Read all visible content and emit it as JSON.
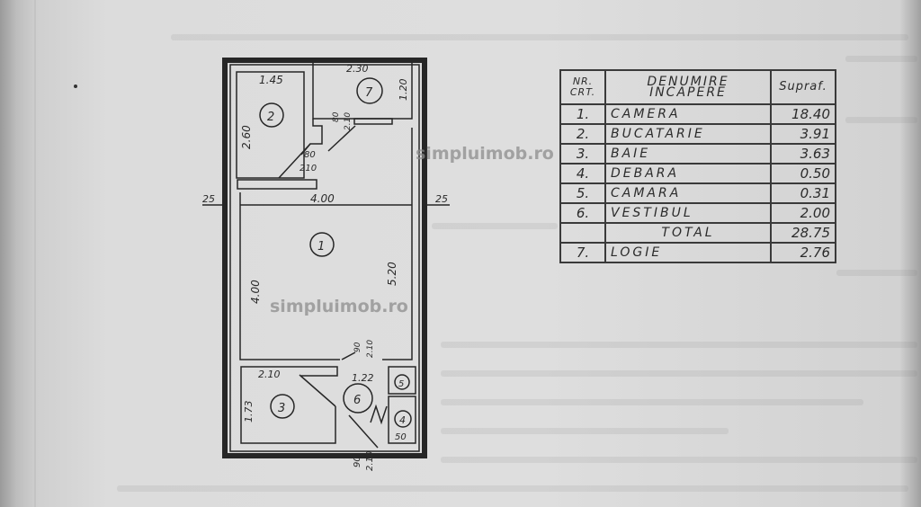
{
  "watermark": "simpluimob.ro",
  "plan": {
    "rooms": [
      {
        "id": "1",
        "dims": [
          "4.00",
          "5.20",
          "4.00"
        ]
      },
      {
        "id": "2",
        "dims": [
          "1.45",
          "2.60"
        ]
      },
      {
        "id": "3",
        "dims": [
          "2.10",
          "1.73"
        ]
      },
      {
        "id": "4",
        "dims": [
          "50"
        ]
      },
      {
        "id": "5",
        "dims": []
      },
      {
        "id": "6",
        "dims": [
          "1.22"
        ]
      },
      {
        "id": "7",
        "dims": [
          "2.30",
          "1.20"
        ]
      }
    ],
    "wall_left": "25",
    "wall_right": "25",
    "doors": [
      {
        "width": "80",
        "height": "210"
      },
      {
        "width": "80",
        "height": "2.10"
      },
      {
        "width": "90",
        "height": "2.10"
      },
      {
        "width": "90",
        "height": "2.10"
      }
    ]
  },
  "table": {
    "headers": {
      "nr": "NR. CRT.",
      "name": "DENUMIRE INCAPERE",
      "area": "Supraf."
    },
    "rows": [
      {
        "nr": "1.",
        "name": "CAMERA",
        "area": "18.40"
      },
      {
        "nr": "2.",
        "name": "BUCATARIE",
        "area": "3.91"
      },
      {
        "nr": "3.",
        "name": "BAIE",
        "area": "3.63"
      },
      {
        "nr": "4.",
        "name": "DEBARA",
        "area": "0.50"
      },
      {
        "nr": "5.",
        "name": "CAMARA",
        "area": "0.31"
      },
      {
        "nr": "6.",
        "name": "VESTIBUL",
        "area": "2.00"
      }
    ],
    "total": {
      "label": "TOTAL",
      "area": "28.75"
    },
    "extra": {
      "nr": "7.",
      "name": "LOGIE",
      "area": "2.76"
    }
  }
}
